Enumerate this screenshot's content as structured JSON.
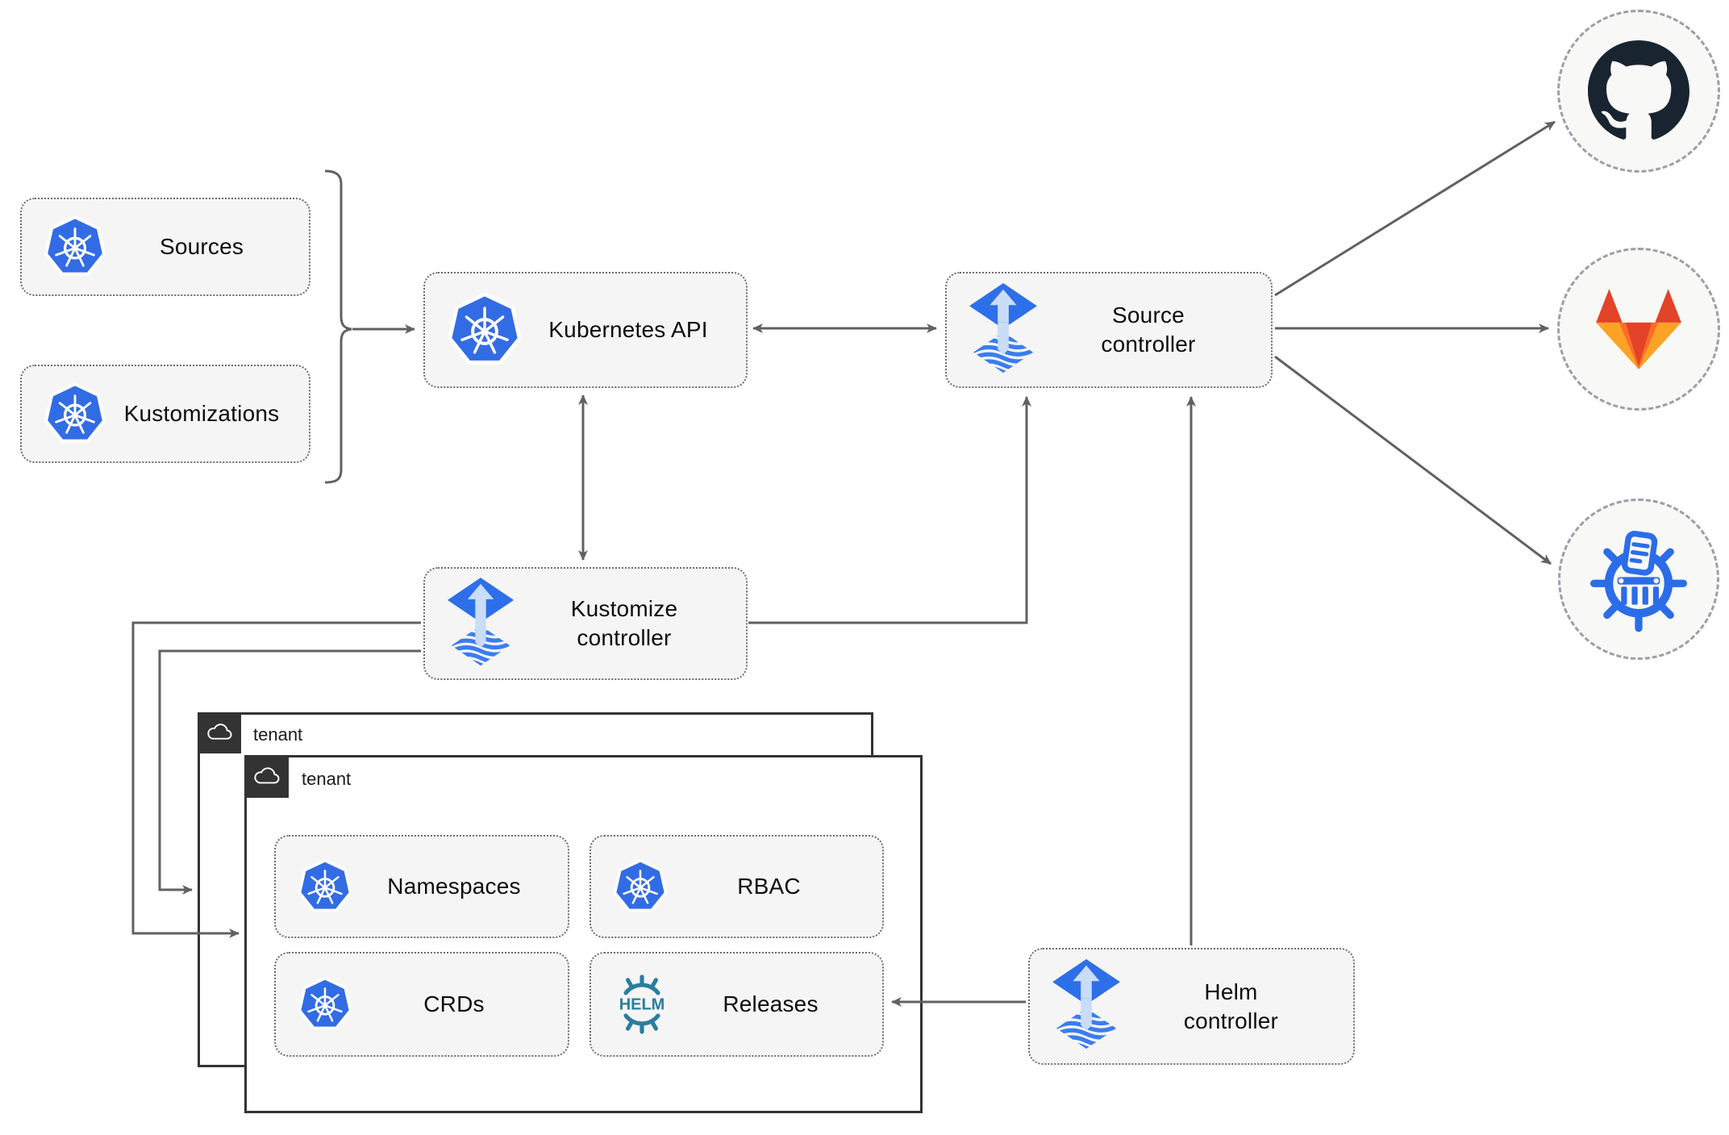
{
  "diagram": {
    "nodes": {
      "sources": {
        "label": "Sources",
        "icon": "kubernetes"
      },
      "kustomizations": {
        "label": "Kustomizations",
        "icon": "kubernetes"
      },
      "kubernetes_api": {
        "label": "Kubernetes API",
        "icon": "kubernetes"
      },
      "source_controller": {
        "label": "Source\ncontroller",
        "icon": "flux"
      },
      "kustomize_controller": {
        "label": "Kustomize\ncontroller",
        "icon": "flux"
      },
      "helm_controller": {
        "label": "Helm\ncontroller",
        "icon": "flux"
      },
      "namespaces": {
        "label": "Namespaces",
        "icon": "kubernetes"
      },
      "rbac": {
        "label": "RBAC",
        "icon": "kubernetes"
      },
      "crds": {
        "label": "CRDs",
        "icon": "kubernetes"
      },
      "releases": {
        "label": "Releases",
        "icon": "helm"
      }
    },
    "groups": {
      "tenant_back": {
        "label": "tenant",
        "icon": "cloud"
      },
      "tenant_front": {
        "label": "tenant",
        "icon": "cloud"
      }
    },
    "external_endpoints": {
      "github": {
        "icon": "github-octocat"
      },
      "gitlab": {
        "icon": "gitlab-tanuki"
      },
      "chartmuseum": {
        "icon": "chartmuseum-helm-wheel"
      }
    },
    "helm_logo_text": "HELM",
    "colors": {
      "kubernetes_blue": "#326CE5",
      "flux_blue": "#2D6FE9",
      "flux_light_blue": "#C9DCF8",
      "helm_teal": "#2A7D9F",
      "github_dark": "#182430",
      "gitlab_red_orange": "#E24329",
      "gitlab_orange": "#FC6D26",
      "gitlab_amber": "#FCA326",
      "chartmuseum_blue": "#2B6DE8",
      "connector_gray": "#616161",
      "node_fill": "#F5F5F5",
      "tenant_border": "#333333"
    }
  }
}
